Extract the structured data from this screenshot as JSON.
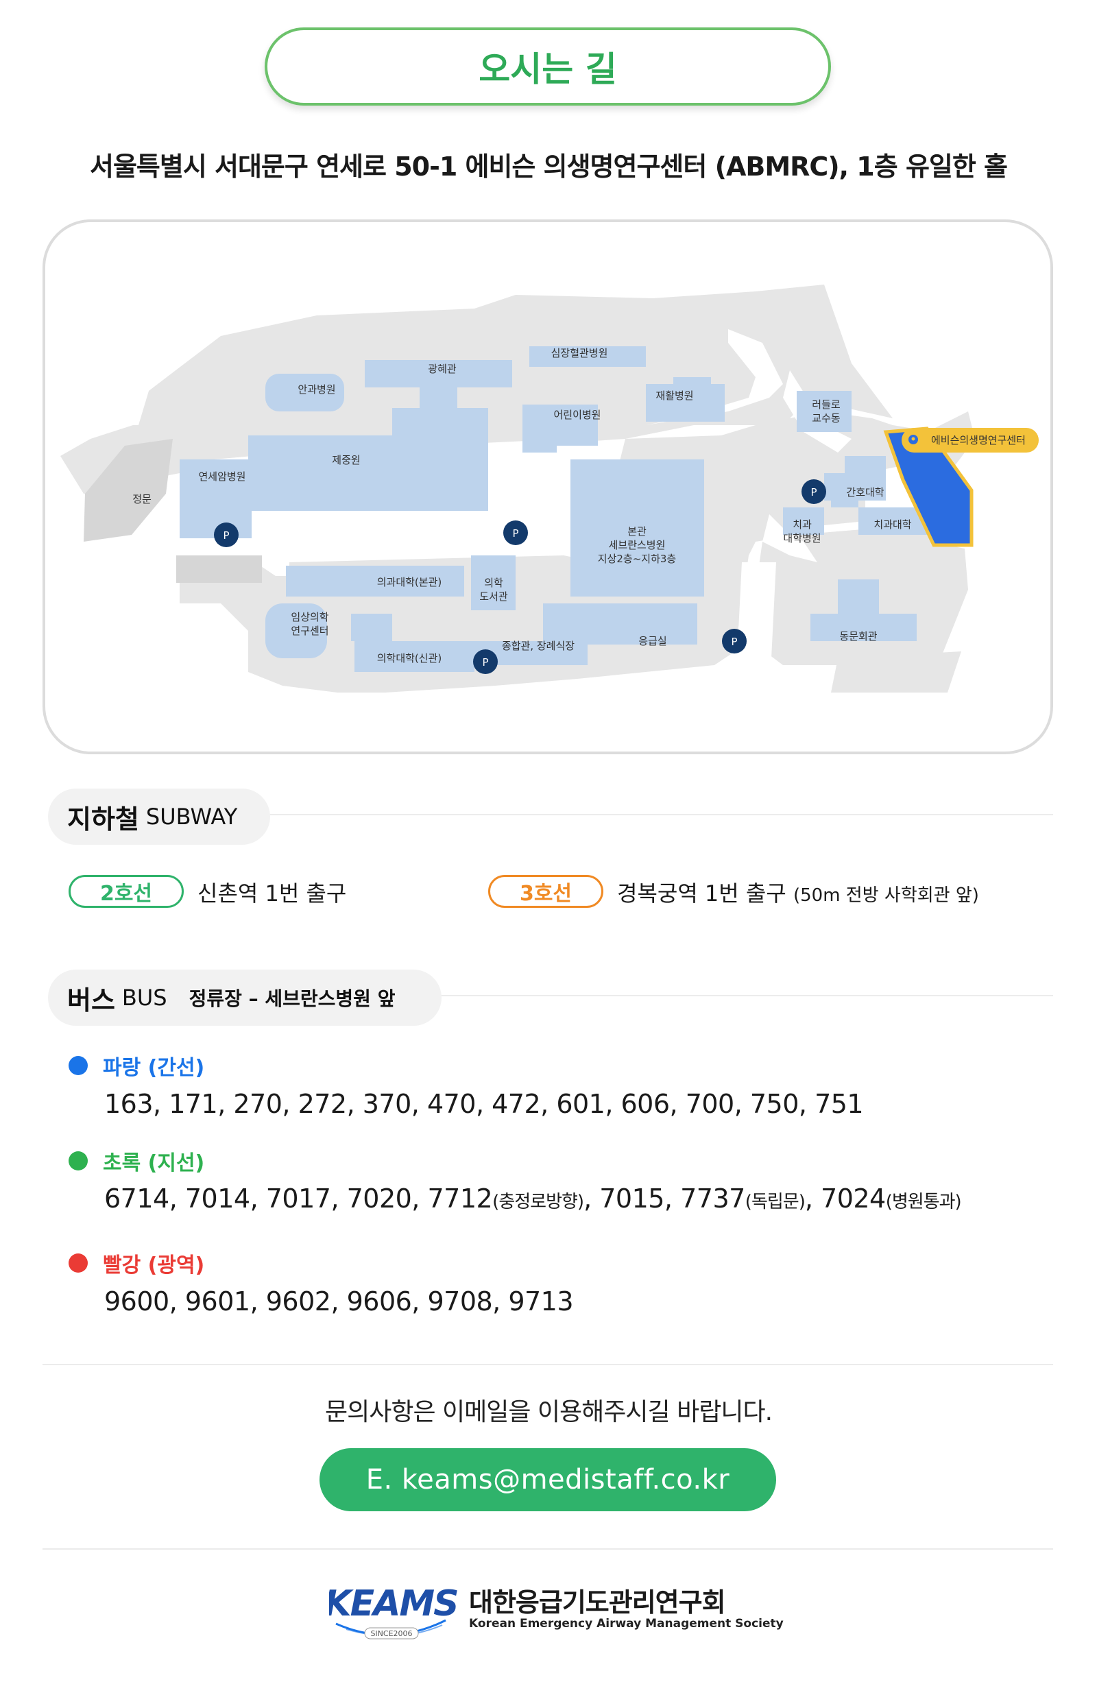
{
  "header": {
    "title": "오시는 길"
  },
  "address": "서울특별시 서대문구 연세로 50-1 에비슨 의생명연구센터 (ABMRC), 1층 유일한 홀",
  "map": {
    "target_label": "에비슨의생명연구센터",
    "labels": {
      "main_gate": "정문",
      "eye_hospital": "안과병원",
      "gwanghyegwan": "광혜관",
      "heart_hospital": "심장혈관병원",
      "rehab_hospital": "재활병원",
      "children_hospital": "어린이병원",
      "jejungwon": "제중원",
      "cancer_hospital": "연세암병원",
      "russell_hall": "러들로 교수동",
      "nursing_college": "간호대학",
      "dental_college": "치과대학",
      "dental_hospital": "치과 대학병원",
      "main_building": "본관 세브란스병원 지상2층~지하3층",
      "medical_college_main": "의과대학(본관)",
      "medical_library": "의학 도서관",
      "clinical_research": "임상의학 연구센터",
      "medical_college_new": "의학대학(신관)",
      "funeral_hall": "종합관, 장례식장",
      "emergency": "응급실",
      "alumni_hall": "동문회관",
      "parking": "P"
    }
  },
  "subway": {
    "title_ko": "지하철",
    "title_en": "SUBWAY",
    "line2_tag": "2호선",
    "line2_text": "신촌역 1번 출구",
    "line3_tag": "3호선",
    "line3_text": "경복궁역 1번 출구",
    "line3_note": "(50m 전방 사학회관 앞)",
    "line2_color": "#2fb36b",
    "line3_color": "#f08a24"
  },
  "bus": {
    "title_ko": "버스",
    "title_en": "BUS",
    "stop": "정류장 – 세브란스병원 앞",
    "blue_label": "파랑 (간선)",
    "blue_color": "#1a74e8",
    "blue_routes": "163, 171, 270, 272, 370, 470, 472, 601, 606, 700, 750, 751",
    "green_label": "초록 (지선)",
    "green_color": "#2eb14f",
    "green_routes_a": "6714, 7014, 7017, 7020, 7712",
    "green_note_a": "(충정로방향)",
    "green_routes_b": ", 7015, 7737",
    "green_note_b": "(독립문)",
    "green_routes_c": ", 7024",
    "green_note_c": "(병원통과)",
    "red_label": "빨강 (광역)",
    "red_color": "#ea3b35",
    "red_routes": "9600, 9601, 9602, 9606, 9708, 9713"
  },
  "contact": {
    "inquiry": "문의사항은 이메일을 이용해주시길 바랍니다.",
    "email": "E. keams@medistaff.co.kr"
  },
  "footer": {
    "logo_text": "KEAMS",
    "since": "SINCE2006",
    "org_ko": "대한응급기도관리연구회",
    "org_en": "Korean Emergency Airway Management Society"
  }
}
